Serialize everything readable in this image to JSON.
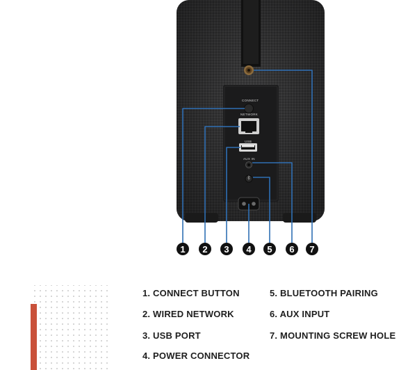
{
  "panel_labels": {
    "connect": "CONNECT",
    "network": "NETWORK",
    "usb": "USB",
    "aux_in": "AUX IN"
  },
  "callouts": [
    "1",
    "2",
    "3",
    "4",
    "5",
    "6",
    "7"
  ],
  "legend": [
    "1. CONNECT BUTTON",
    "2. WIRED NETWORK",
    "3. USB PORT",
    "4. POWER CONNECTOR",
    "5. BLUETOOTH PAIRING",
    "6. AUX INPUT",
    "7. MOUNTING SCREW HOLE"
  ],
  "colors": {
    "callout_line": "#2f6fb4",
    "accent_bar": "#c9513a",
    "speaker_fabric": "#3a3a3a",
    "legend_text": "#1e1e1e"
  }
}
